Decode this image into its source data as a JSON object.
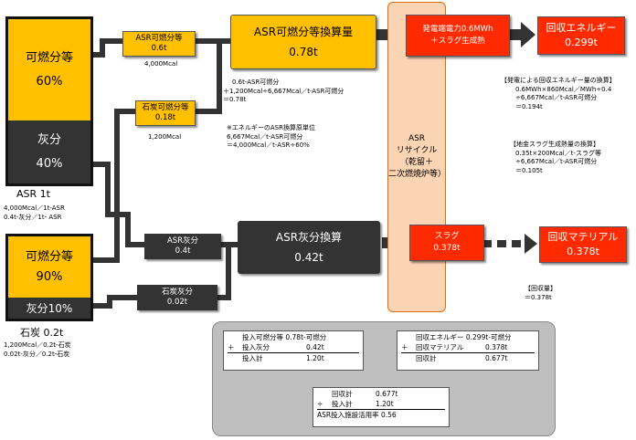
{
  "asr": {
    "top_label": "可燃分等",
    "top_pct": "60%",
    "bottom_label": "灰分",
    "bottom_pct": "40%",
    "name": "ASR 1t",
    "note1": "4,000Mcal／1t-ASR",
    "note2": "0.4t-灰分／1t- ASR"
  },
  "coal": {
    "top_label": "可燃分等",
    "top_pct": "90%",
    "bottom_label": "灰分10%",
    "name": "石炭 0.2t",
    "note1": "1,200Mcal／0.2t-石炭",
    "note2": "0.02t-灰分／0.2t-石炭"
  },
  "asr_comb": {
    "label": "ASR可燃分等",
    "value": "0.6t",
    "note": "4,000Mcal"
  },
  "coal_comb": {
    "label": "石炭可燃分等",
    "value": "0.18t",
    "note": "1,200Mcal"
  },
  "asr_ash": {
    "label": "ASR灰分",
    "value": "0.4t"
  },
  "coal_ash": {
    "label": "石炭灰分",
    "value": "0.02t"
  },
  "comb_total": {
    "label": "ASR可燃分等換算量",
    "value": "0.78t"
  },
  "ash_total": {
    "label": "ASR灰分換算",
    "value": "0.42t"
  },
  "calc1": [
    "0.6t-ASR可燃分",
    "＋1,200Mcal÷6,667Mcal／t-ASR可燃分",
    "＝0.78t"
  ],
  "calc2": [
    "※エネルギーのASR換算原単位",
    "6,667Mcal／t-ASR可燃分",
    "＝4,000Mcal／t-ASR÷60%"
  ],
  "recycle": {
    "l1": "ASR",
    "l2": "リサイクル",
    "l3": "（乾留＋",
    "l4": "二次燃焼炉等）"
  },
  "power": {
    "l1": "発電端電力0.6MWh",
    "l2": "＋スラグ生成熱"
  },
  "slag": {
    "label": "スラグ",
    "value": "0.378t"
  },
  "energy_out": {
    "label": "回収エネルギー",
    "value": "0.299t"
  },
  "material_out": {
    "label": "回収マテリアル",
    "value": "0.378t"
  },
  "calc3": [
    "【発電による回収エネルギー量の換算】",
    "0.6MWh×860Mcal／MWh÷0.4",
    "÷6,667Mcal／t-ASR可燃分",
    "＝0.194t"
  ],
  "calc4": [
    "【地金スラグ生成熱量の換算】",
    "0.35t×200Mcal／t-スラグ等",
    "÷6,667Mcal／t-ASR可燃分",
    "＝0.105t"
  ],
  "calc5": [
    "【回収量】",
    "＝0.378t"
  ],
  "summary": {
    "in1": "投入可燃分等 0.78t-可燃分",
    "in2_op": "＋",
    "in2": "投入灰分",
    "in2_val": "0.42t",
    "in3": "投入計",
    "in3_val": "1.20t",
    "out1": "回収エネルギー 0.299t-可燃分",
    "out2_op": "＋",
    "out2": "回収マテリアル",
    "out2_val": "0.378t",
    "out3": "回収計",
    "out3_val": "0.677t",
    "r1": "回収計",
    "r1_val": "0.677t",
    "r2_op": "÷",
    "r2": "投入計",
    "r2_val": "1.20t",
    "r3": "ASR投入施設活用率 0.56"
  }
}
